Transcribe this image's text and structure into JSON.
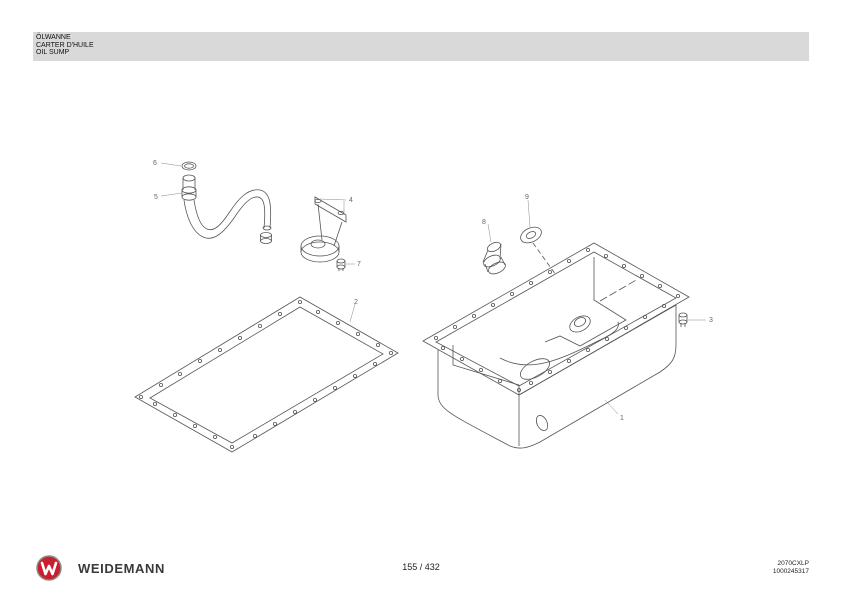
{
  "header": {
    "title_de": "ÖLWANNE",
    "title_fr": "CARTER D'HUILE",
    "title_en": "OIL SUMP"
  },
  "drawing": {
    "callouts": [
      "6",
      "5",
      "4",
      "7",
      "9",
      "8",
      "2",
      "3",
      "1"
    ]
  },
  "footer": {
    "brand": "WEIDEMANN",
    "page": "155 / 432",
    "model": "2070CXLP",
    "part_number": "1000245317"
  },
  "colors": {
    "header_bg": "#d9d9d9",
    "logo_red": "#c8202f",
    "line": "#555555"
  }
}
